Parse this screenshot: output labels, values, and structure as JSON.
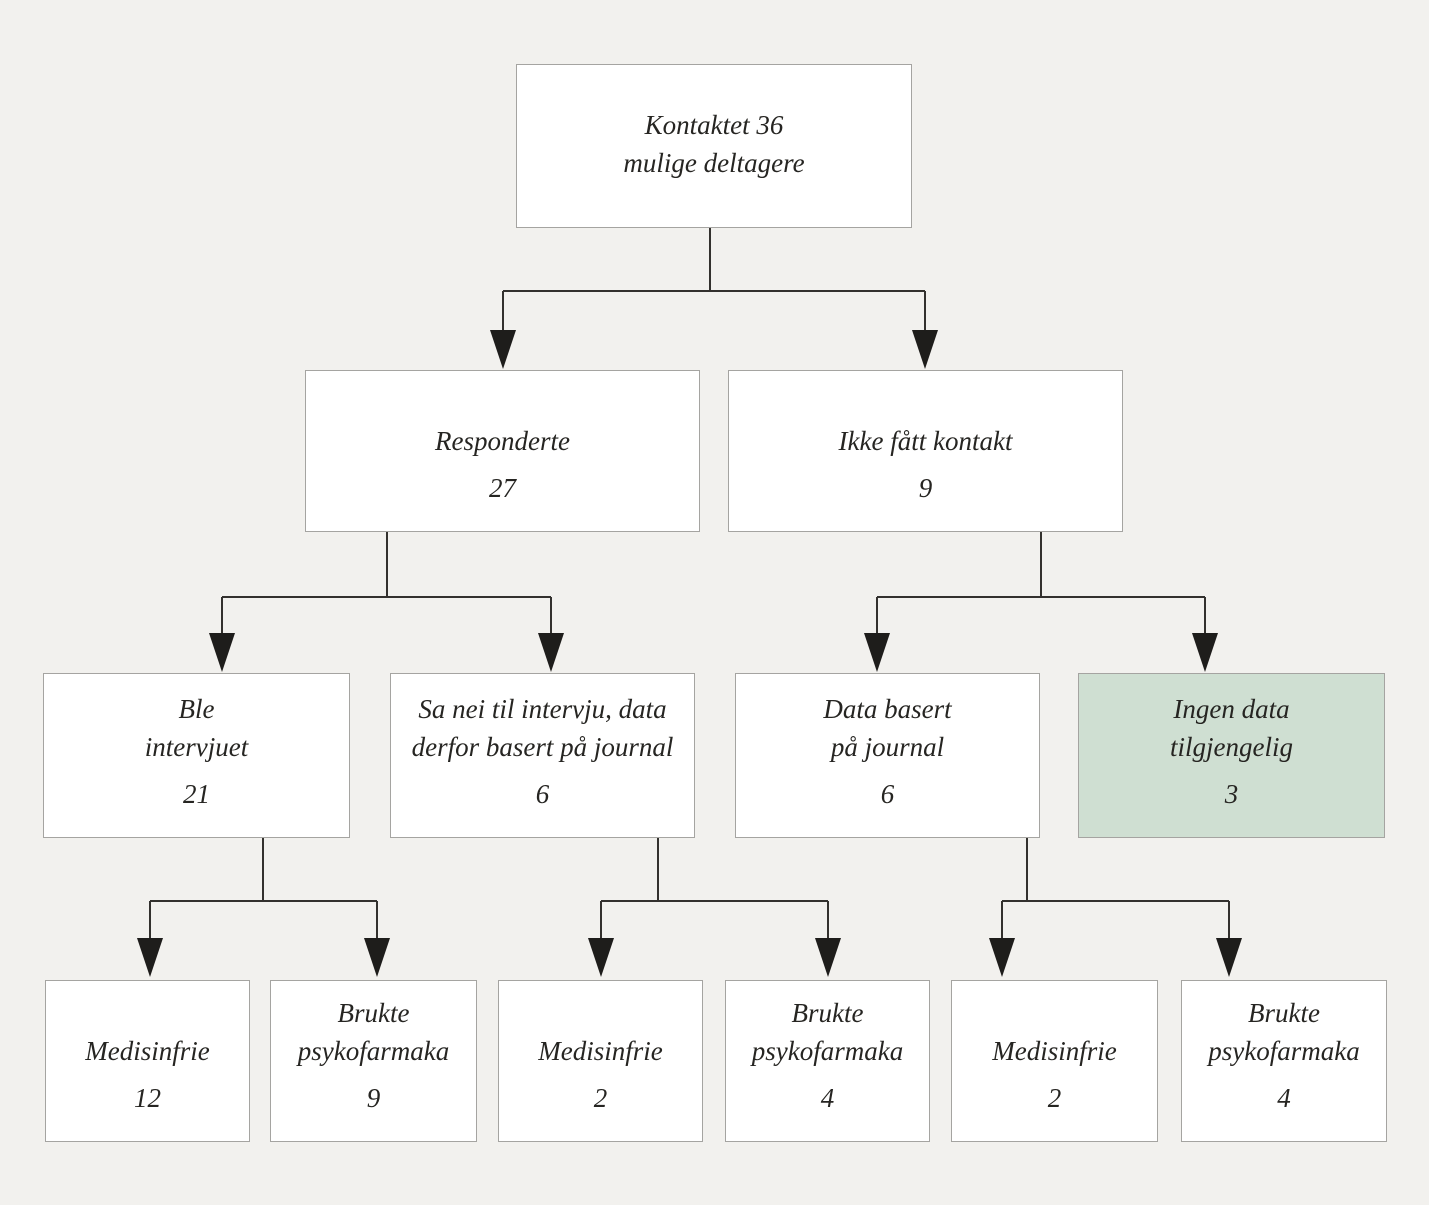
{
  "diagram": {
    "type": "flowchart",
    "language": "Norwegian",
    "colors": {
      "background": "#f2f1ee",
      "box_fill": "#ffffff",
      "box_border": "#a5a4a1",
      "highlight_fill": "#cfdfd2",
      "line_color": "#33312e",
      "arrow_color": "#1e1d1b",
      "text_color": "#262522"
    },
    "nodes": {
      "kontaktet": {
        "label_lines": [
          "Kontaktet 36",
          "mulige deltagere"
        ]
      },
      "responderte": {
        "label_lines": [
          "Responderte"
        ],
        "count": "27"
      },
      "ikke_kontakt": {
        "label_lines": [
          "Ikke fått kontakt"
        ],
        "count": "9"
      },
      "ble_intervjuet": {
        "label_lines": [
          "Ble",
          "intervjuet"
        ],
        "count": "21"
      },
      "sa_nei": {
        "label_lines": [
          "Sa nei til intervju, data",
          "derfor basert på journal"
        ],
        "count": "6"
      },
      "data_journal": {
        "label_lines": [
          "Data basert",
          "på journal"
        ],
        "count": "6"
      },
      "ingen_data": {
        "label_lines": [
          "Ingen data",
          "tilgjengelig"
        ],
        "count": "3",
        "highlighted": true
      },
      "medisinfrie_1": {
        "label_lines": [
          "Medisinfrie"
        ],
        "count": "12"
      },
      "psykofarmaka_1": {
        "label_lines": [
          "Brukte",
          "psykofarmaka"
        ],
        "count": "9"
      },
      "medisinfrie_2": {
        "label_lines": [
          "Medisinfrie"
        ],
        "count": "2"
      },
      "psykofarmaka_2": {
        "label_lines": [
          "Brukte",
          "psykofarmaka"
        ],
        "count": "4"
      },
      "medisinfrie_3": {
        "label_lines": [
          "Medisinfrie"
        ],
        "count": "2"
      },
      "psykofarmaka_3": {
        "label_lines": [
          "Brukte",
          "psykofarmaka"
        ],
        "count": "4"
      }
    },
    "edges": [
      {
        "from": "kontaktet",
        "to": [
          "responderte",
          "ikke_kontakt"
        ]
      },
      {
        "from": "responderte",
        "to": [
          "ble_intervjuet",
          "sa_nei"
        ]
      },
      {
        "from": "ikke_kontakt",
        "to": [
          "data_journal",
          "ingen_data"
        ]
      },
      {
        "from": "ble_intervjuet",
        "to": [
          "medisinfrie_1",
          "psykofarmaka_1"
        ]
      },
      {
        "from": "sa_nei",
        "to": [
          "medisinfrie_2",
          "psykofarmaka_2"
        ]
      },
      {
        "from": "data_journal",
        "to": [
          "medisinfrie_3",
          "psykofarmaka_3"
        ]
      }
    ]
  }
}
